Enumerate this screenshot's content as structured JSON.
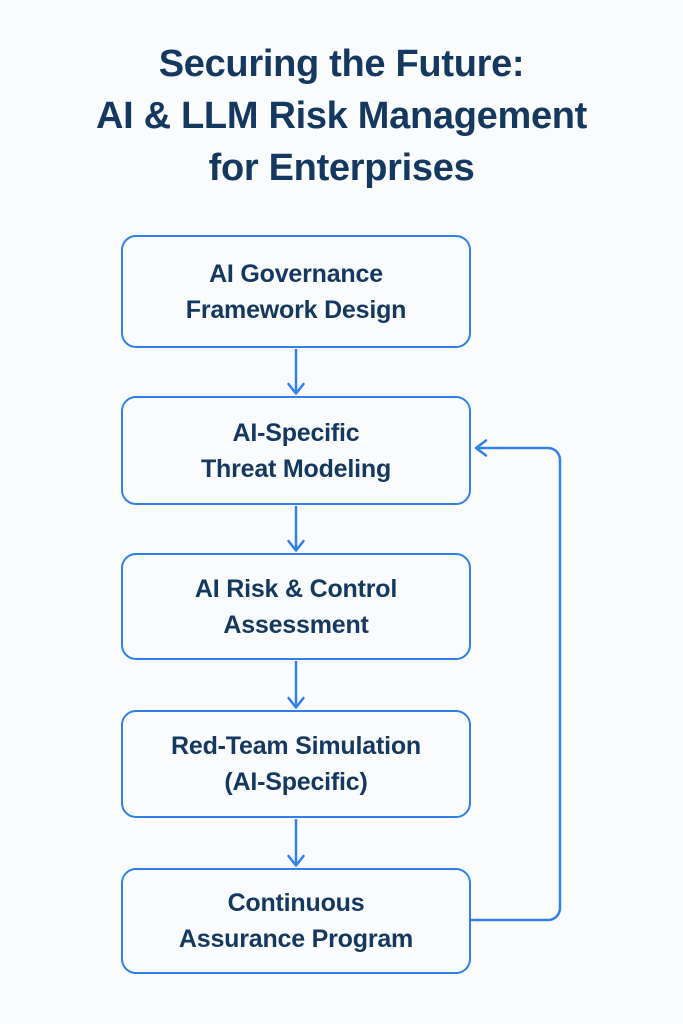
{
  "page": {
    "background_color": "#fafbfc",
    "accent_color": "#2f80e8",
    "text_color": "#14385f"
  },
  "title": {
    "line1": "Securing the Future:",
    "line2": "AI & LLM Risk Management",
    "line3": "for Enterprises"
  },
  "flow": {
    "stages": [
      {
        "id": "ai-governance-framework-design",
        "line1": "AI Governance",
        "line2": "Framework Design"
      },
      {
        "id": "ai-specific-threat-modeling",
        "line1": "AI-Specific",
        "line2": "Threat Modeling"
      },
      {
        "id": "ai-risk-and-control-assessment",
        "line1": "AI Risk & Control",
        "line2": "Assessment"
      },
      {
        "id": "red-team-simulation",
        "line1": "Red-Team Simulation",
        "line2": "(AI-Specific)"
      },
      {
        "id": "continuous-assurance-program",
        "line1": "Continuous",
        "line2": "Assurance Program"
      }
    ],
    "connectors": [
      {
        "id": "arrow-stage1-to-stage2",
        "type": "down-arrow"
      },
      {
        "id": "arrow-stage2-to-stage3",
        "type": "down-arrow"
      },
      {
        "id": "arrow-stage3-to-stage4",
        "type": "down-arrow"
      },
      {
        "id": "arrow-stage4-to-stage5",
        "type": "down-arrow"
      },
      {
        "id": "feedback-loop-stage5-to-stage2",
        "type": "feedback-loop-arrow"
      }
    ]
  }
}
